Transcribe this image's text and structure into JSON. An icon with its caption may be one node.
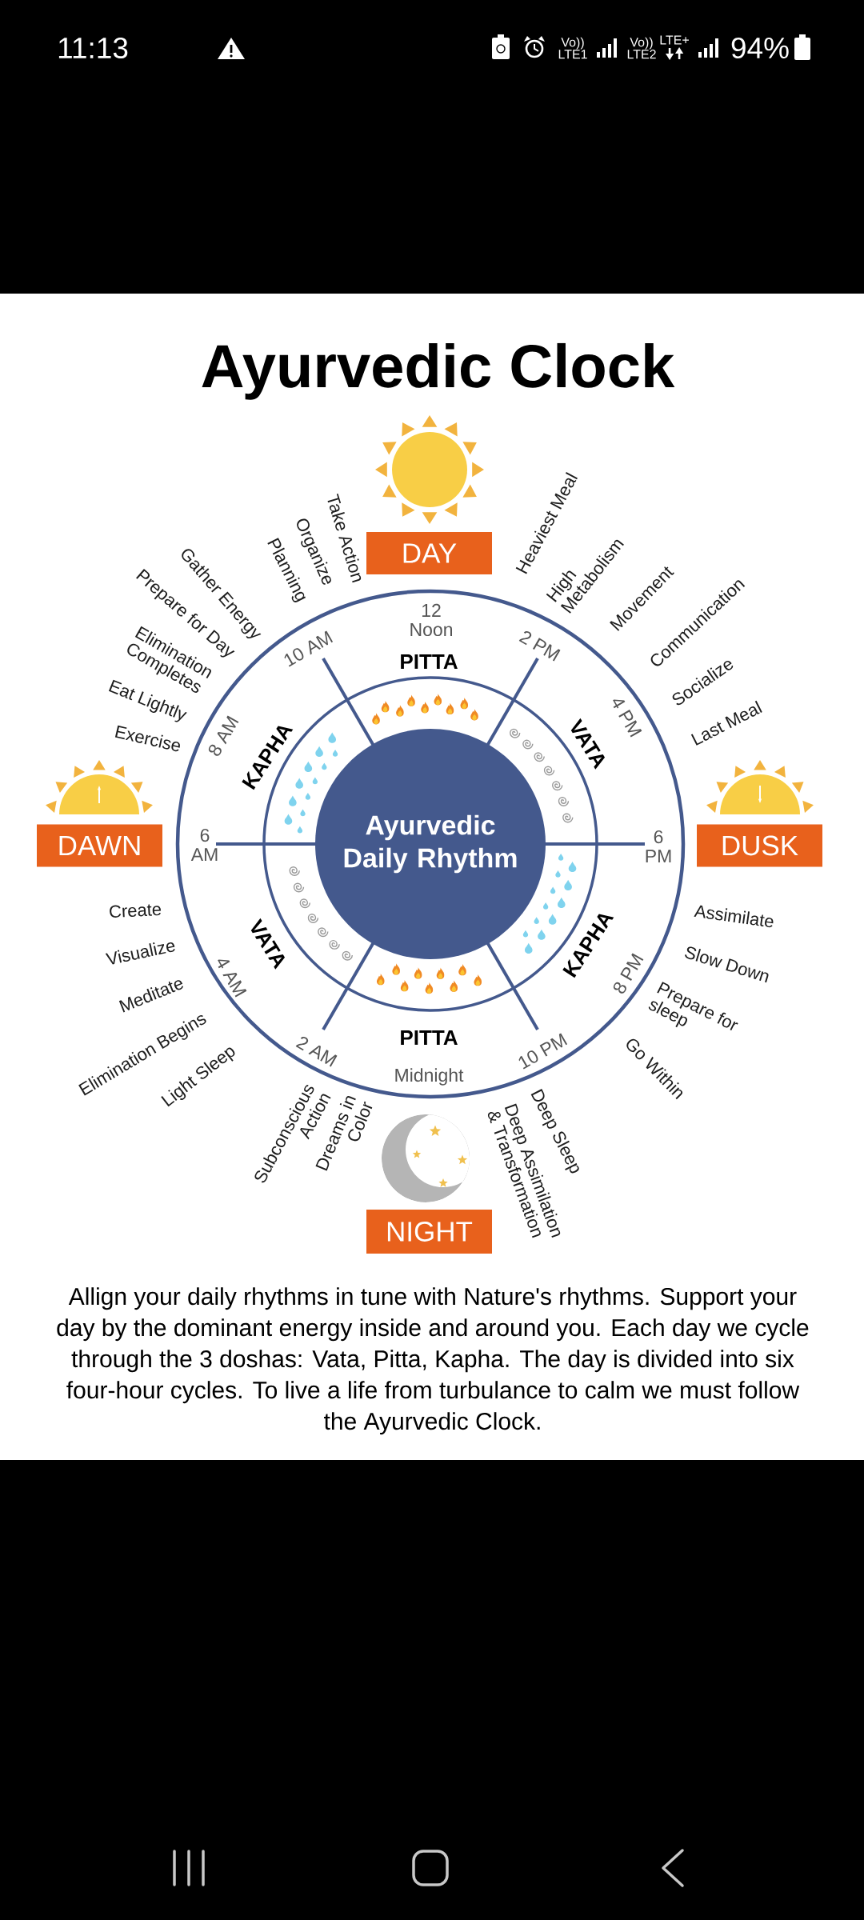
{
  "diagram": {
    "title": "Ayurvedic Clock",
    "caption": "Allign your daily rhythms in tune with Nature's rhythms. Support your day by the dominant energy inside and around you. Each day we cycle through the 3 doshas: Vata, Pitta, Kapha. The day is divided into six four-hour cycles. To live a life from turbulance to calm we must follow the Ayurvedic Clock.",
    "nodes": [
      {
        "text": [
          "DAY"
        ]
      },
      {
        "text": [
          "DAWN"
        ]
      },
      {
        "text": [
          "Ayurvedic Daily Rhythm"
        ]
      },
      {
        "text": [
          "DUSK"
        ]
      },
      {
        "text": [
          "NIGHT"
        ]
      }
    ],
    "labels": [
      "11:13",
      "Vo)) LTE1",
      "Vo)) LTE2",
      "LTE+",
      "94%",
      "Take Action",
      "Organize",
      "Planning",
      "Gather Energy",
      "Prepare for Day",
      "Elimination Completes",
      "Eat Lightly",
      "Exercise",
      "Heaviest Meal",
      "High Metabolism",
      "Movement",
      "Communication",
      "Socialize",
      "Last Meal",
      "10 AM",
      "12 Noon",
      "PITTA",
      "2 PM",
      "8 AM",
      "KAPHA",
      "VATA",
      "4 PM",
      "6 AM",
      "6 PM",
      "4 AM",
      "VATA",
      "KAPHA",
      "8 PM",
      "2 AM",
      "PITTA",
      "10 PM",
      "Midnight",
      "Create",
      "Visualize",
      "Meditate",
      "Elimination Begins",
      "Light Sleep",
      "Subconscious Action",
      "Dreams in Color",
      "Assimilate",
      "Slow Down",
      "Prepare for sleep",
      "Go Within",
      "Deep Sleep",
      "Deep Assimilation & Transformation"
    ]
  }
}
